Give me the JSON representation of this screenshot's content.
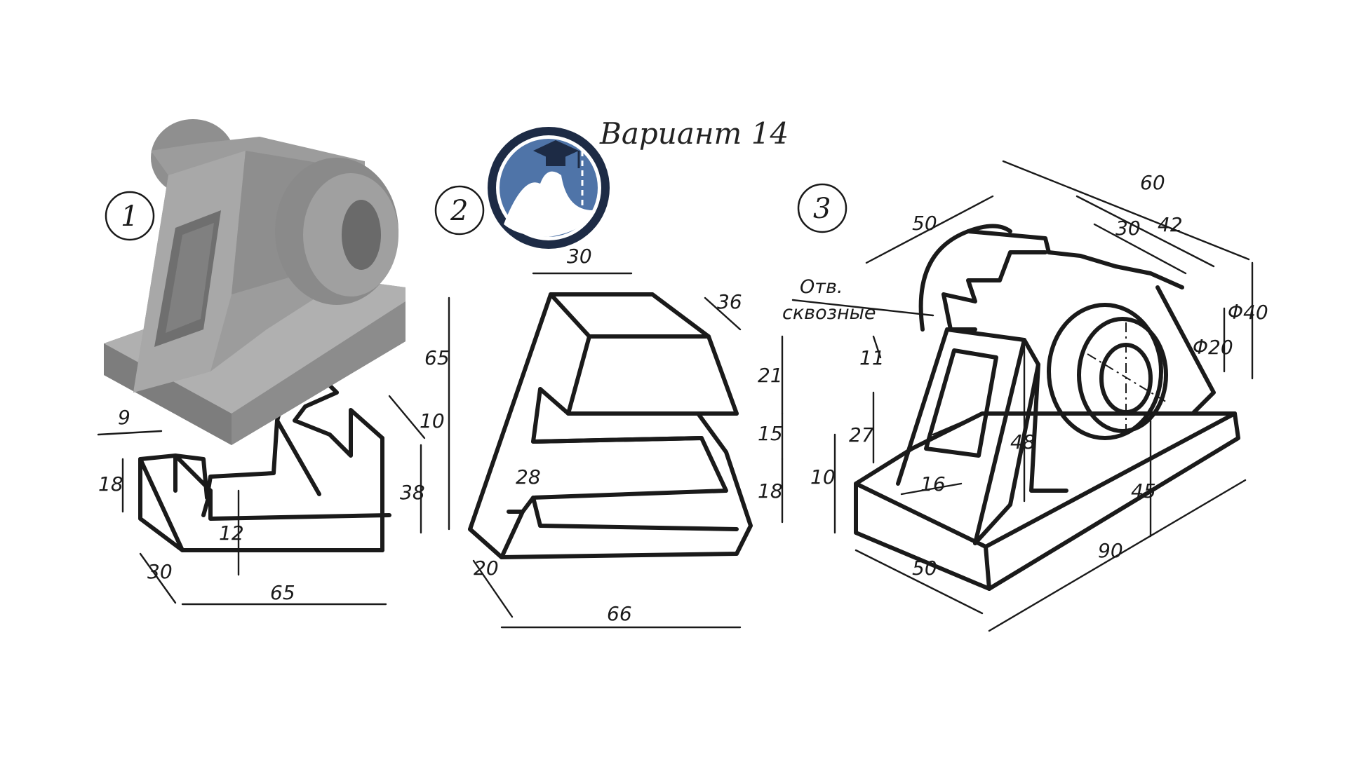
{
  "title": "Вариант 14",
  "figure_numbers": [
    "1",
    "2",
    "3"
  ],
  "note": {
    "line1": "Отв.",
    "line2": "сквозные"
  },
  "logo": {
    "name": "graduation-cap-logo"
  },
  "fig1": {
    "dims": {
      "d9": "9",
      "d18": "18",
      "d12": "12",
      "d30": "30",
      "d65": "65",
      "d38": "38",
      "d10": "10"
    }
  },
  "fig2": {
    "dims": {
      "d30": "30",
      "d36": "36",
      "d65": "65",
      "d21": "21",
      "d15": "15",
      "d18": "18",
      "d28": "28",
      "d20": "20",
      "d66": "66"
    }
  },
  "fig3": {
    "dims": {
      "d60": "60",
      "d50": "50",
      "d42": "42",
      "d30": "30",
      "dphi20": "Φ20",
      "dphi40": "Φ40",
      "d11": "11",
      "d27": "27",
      "d10": "10",
      "d48": "48",
      "d16": "16",
      "d45": "45",
      "d50b": "50",
      "d90": "90"
    }
  },
  "colors": {
    "ink": "#1a1a1a",
    "render_gray": "#8a8a8a",
    "logo_navy": "#1d2b45",
    "logo_blue": "#4f74a8"
  }
}
